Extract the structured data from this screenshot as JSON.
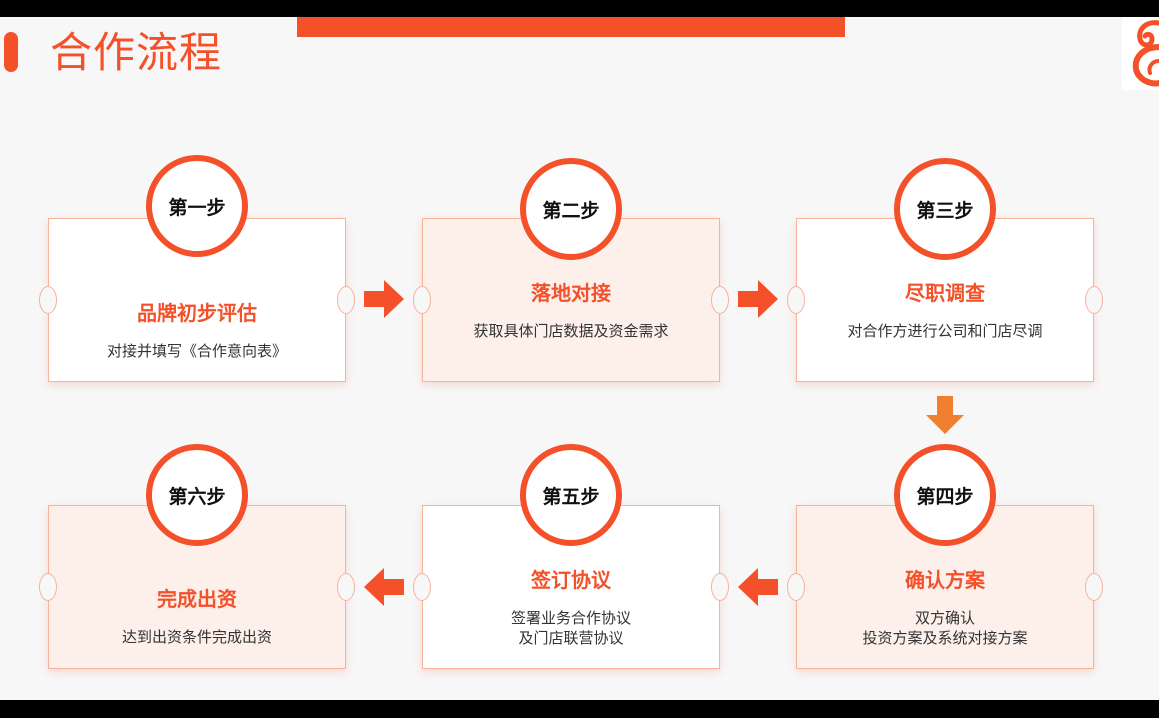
{
  "page": {
    "title": "合作流程"
  },
  "colors": {
    "accent": "#f4502a",
    "arrow_down": "#f08030",
    "card_border": "#f6b39a",
    "card_tint": "#fdf0ea"
  },
  "steps": [
    {
      "badge": "第一步",
      "title": "品牌初步评估",
      "lines": [
        "对接并填写《合作意向表》"
      ]
    },
    {
      "badge": "第二步",
      "title": "落地对接",
      "lines": [
        "获取具体门店数据及资金需求"
      ]
    },
    {
      "badge": "第三步",
      "title": "尽职调查",
      "lines": [
        "对合作方进行公司和门店尽调"
      ]
    },
    {
      "badge": "第四步",
      "title": "确认方案",
      "lines": [
        "双方确认",
        "投资方案及系统对接方案"
      ]
    },
    {
      "badge": "第五步",
      "title": "签订协议",
      "lines": [
        "签署业务合作协议",
        "及门店联营协议"
      ]
    },
    {
      "badge": "第六步",
      "title": "完成出资",
      "lines": [
        "达到出资条件完成出资"
      ]
    }
  ],
  "icons": {
    "arrow_right": "arrow-right-icon",
    "arrow_down": "arrow-down-icon",
    "arrow_left": "arrow-left-icon"
  }
}
